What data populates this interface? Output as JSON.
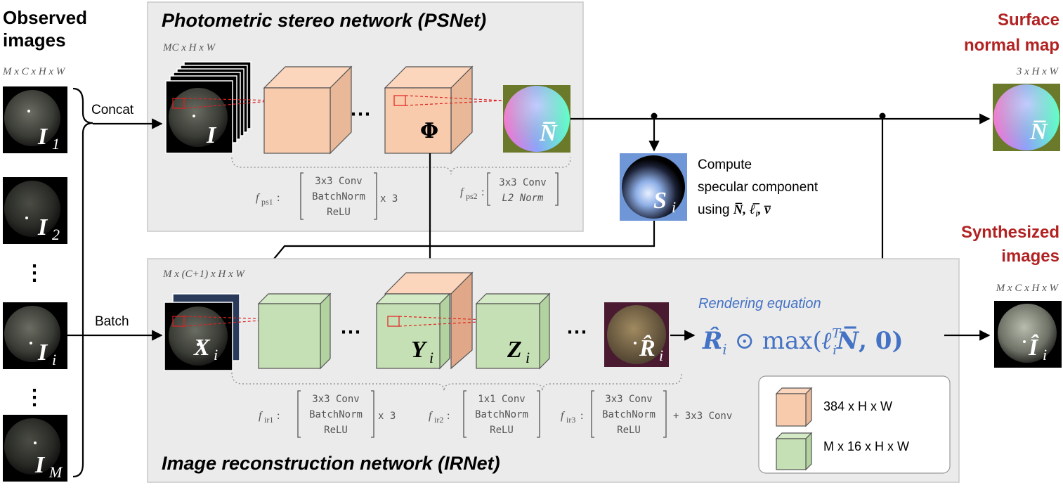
{
  "observed": {
    "title_line1": "Observed",
    "title_line2": "images",
    "dims": "M x C x H x W",
    "labels": [
      "I",
      "I",
      "I",
      "I"
    ],
    "subs": [
      "1",
      "2",
      "i",
      "M"
    ],
    "vdots": "⋮"
  },
  "flow": {
    "concat": "Concat",
    "batch": "Batch"
  },
  "psnet": {
    "title": "Photometric stereo network  (PSNet)",
    "input_dims": "MC x H x W",
    "input_label": "I",
    "feature_label": "Φ",
    "dots": "⋯",
    "normal_label": "N̅",
    "f1_name": "f",
    "f1_sub": "ps1",
    "f1_lines": [
      "3x3 Conv",
      "BatchNorm",
      "ReLU"
    ],
    "f1_suffix": "x 3",
    "f2_name": "f",
    "f2_sub": "ps2",
    "f2_lines": [
      "3x3 Conv",
      "L2 Norm"
    ]
  },
  "specular": {
    "label": "S",
    "sub": "i",
    "text_line1": "Compute",
    "text_line2": "specular component",
    "text_line3_prefix": "using ",
    "text_line3_vars": "N̅, ℓ̅",
    "text_line3_sub": "i",
    "text_line3_end": ", v̅"
  },
  "output_normal": {
    "title_line1": "Surface",
    "title_line2": "normal map",
    "dims": "3 x H x W",
    "label": "N̅"
  },
  "irnet": {
    "title": "Image reconstruction network  (IRNet)",
    "input_dims": "M x (C+1) x H x W",
    "x_label": "X",
    "x_sub": "i",
    "y_label": "Y",
    "y_sub": "i",
    "z_label": "Z",
    "z_sub": "i",
    "r_label": "R̂",
    "r_sub": "i",
    "dots": "⋯",
    "f1_name": "f",
    "f1_sub": "ir1",
    "f1_lines": [
      "3x3 Conv",
      "BatchNorm",
      "ReLU"
    ],
    "f1_suffix": "x 3",
    "f2_name": "f",
    "f2_sub": "ir2",
    "f2_lines": [
      "1x1 Conv",
      "BatchNorm",
      "ReLU"
    ],
    "f3_name": "f",
    "f3_sub": "ir3",
    "f3_lines": [
      "3x3 Conv",
      "BatchNorm",
      "ReLU"
    ],
    "f3_suffix": "+ 3x3 Conv"
  },
  "rendering": {
    "title": "Rendering equation",
    "eq_r": "R̂",
    "eq_r_sub": "i",
    "eq_op": " ⊙ max(",
    "eq_l": "ℓ",
    "eq_l_sup": "T",
    "eq_l_sub": "i",
    "eq_n": "N̅",
    "eq_end": ", 0)"
  },
  "synth": {
    "title_line1": "Synthesized",
    "title_line2": "images",
    "dims": "M x C x H x W",
    "label": "Î",
    "sub": "i"
  },
  "legend": {
    "items": [
      {
        "label": "384 x H x W",
        "color": "#f8cbad"
      },
      {
        "label": "M x 16 x H x W",
        "color": "#c5e0b4"
      }
    ]
  },
  "colors": {
    "panel": "#ebebeb",
    "psnet_block": "#f8cbad",
    "irnet_block": "#c5e0b4",
    "title_red": "#b22222",
    "eq_blue": "#4472c4"
  }
}
